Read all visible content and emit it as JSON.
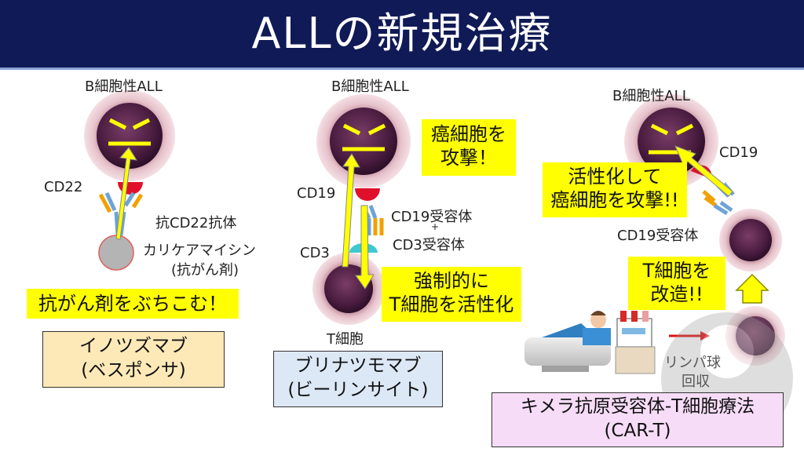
{
  "title": "ALLの新規治療",
  "colors": {
    "title_bg": "#0f1a56",
    "highlight": "#ffff00",
    "box_inotuzumab": "#fde9b8",
    "box_blinatumomab": "#dde8f6",
    "box_cart": "#f7dcf7"
  },
  "panel1": {
    "cell_label": "B細胞性ALL",
    "antigen": "CD22",
    "antibody_label": "抗CD22抗体",
    "drug_label_1": "カリケアマイシン",
    "drug_label_2": "(抗がん剤)",
    "callout": "抗がん剤をぶちこむ！",
    "drug_name_1": "イノツズマブ",
    "drug_name_2": "(ベスポンサ)"
  },
  "panel2": {
    "cell_label": "B細胞性ALL",
    "callout_top_1": "癌細胞を",
    "callout_top_2": "攻撃！",
    "antigen": "CD19",
    "receptor_1": "CD19受容体",
    "receptor_plus": "+",
    "receptor_2": "CD3受容体",
    "cd3": "CD3",
    "callout_bottom_1": "強制的に",
    "callout_bottom_2": "T細胞を活性化",
    "tcell_label": "T細胞",
    "drug_name_1": "ブリナツモマブ",
    "drug_name_2": "(ビーリンサイト)"
  },
  "panel3": {
    "cell_label": "B細胞性ALL",
    "antigen": "CD19",
    "callout_top_1": "活性化して",
    "callout_top_2": "癌細胞を攻撃!!",
    "receptor": "CD19受容体",
    "callout_mid_1": "T細胞を",
    "callout_mid_2": "改造!!",
    "collect_1": "リンパ球",
    "collect_2": "回収",
    "therapy_name_1": "キメラ抗原受容体-T細胞療法",
    "therapy_name_2": "(CAR-T)"
  }
}
